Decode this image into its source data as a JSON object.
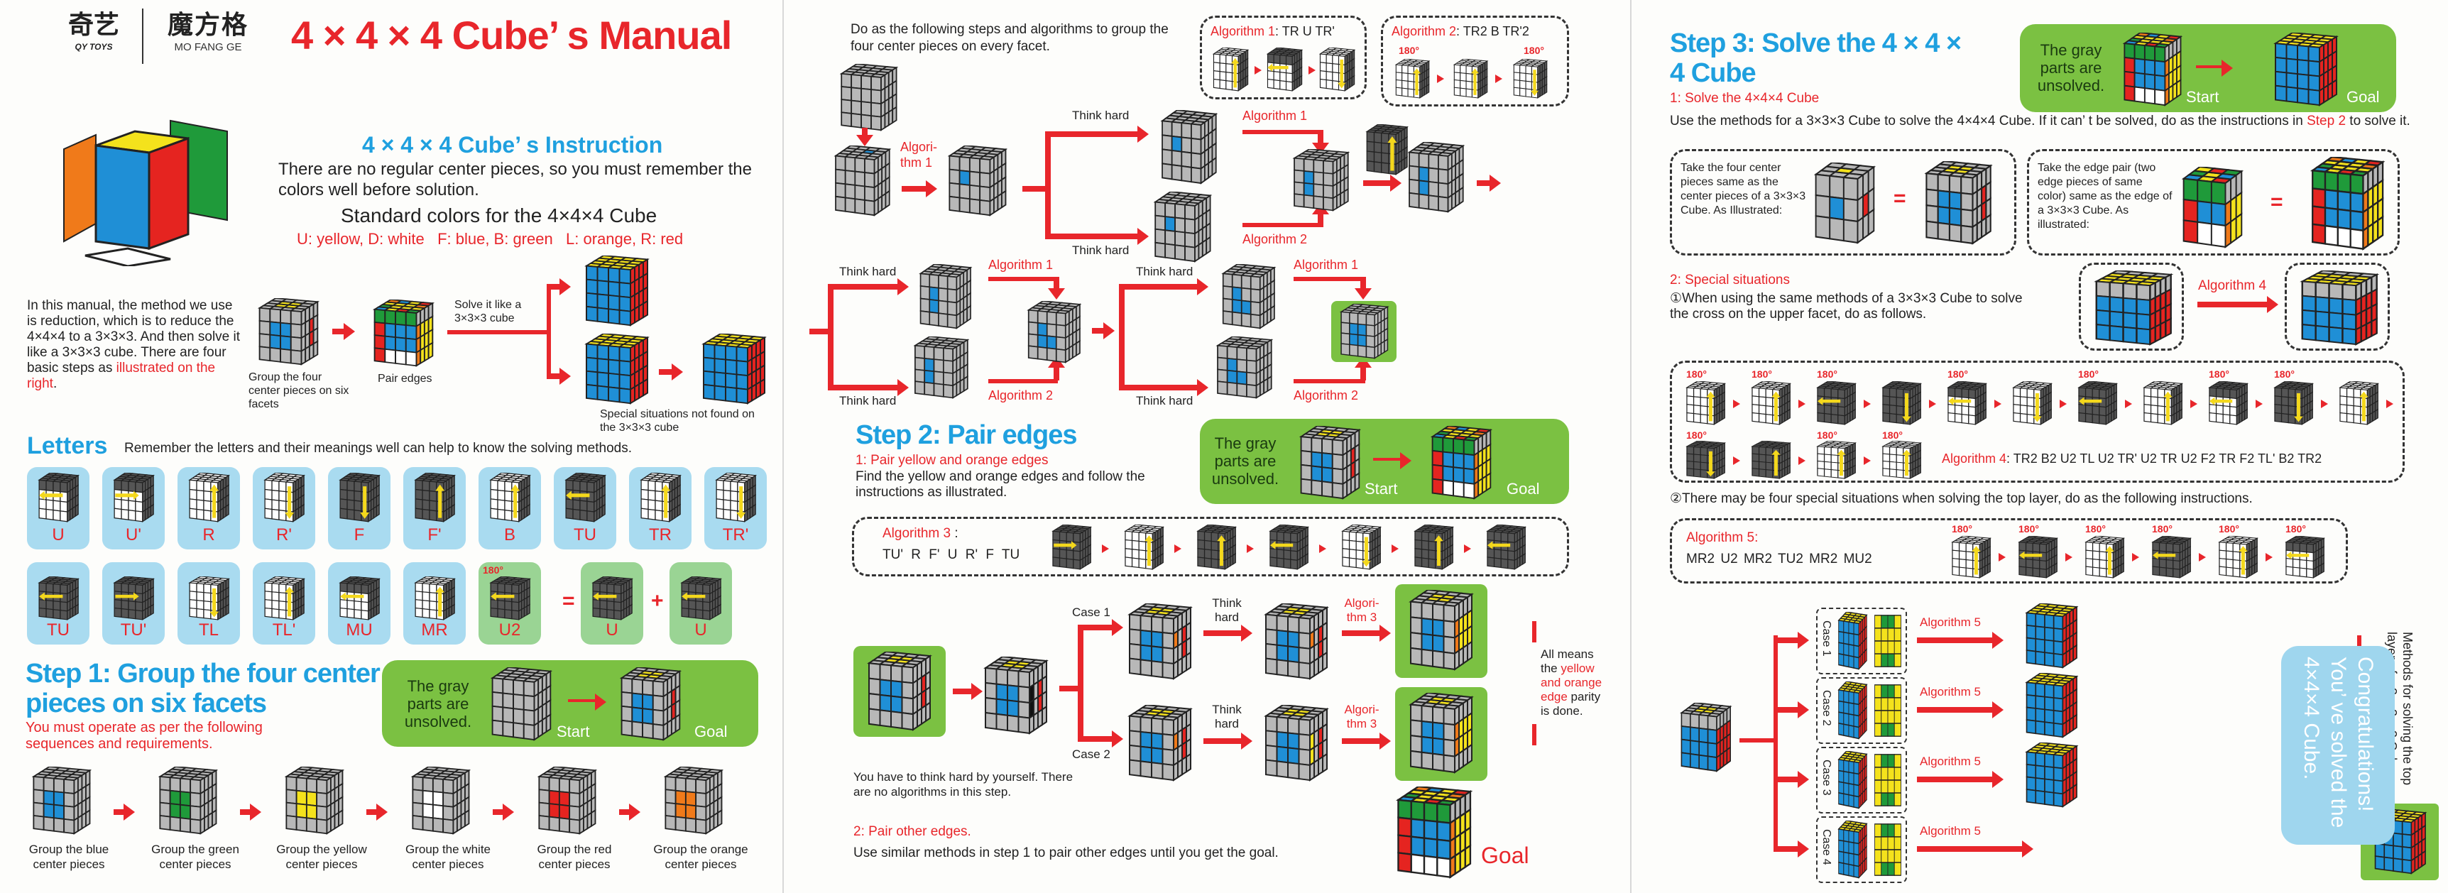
{
  "colors": {
    "red": "#e8262b",
    "blue": "#1fa0df",
    "green_box": "#7bc142",
    "letter_card": "#a9dbf0",
    "letter_card_green": "#9ad494",
    "cube_yellow": "#f4e21c",
    "cube_blue": "#1f8fd6",
    "cube_red": "#e52420",
    "cube_green": "#1f9a3a",
    "cube_orange": "#f07a1a",
    "cube_white": "#ffffff",
    "cube_gray": "#b8b8b8",
    "cube_dark": "#555555"
  },
  "brand": {
    "logo_cn": "奇艺",
    "logo_cn_sub": "QY TOYS",
    "logo2_cn": "魔方格",
    "logo2_en": "MO FANG GE"
  },
  "panel1": {
    "title": "4 × 4 × 4 Cube’ s Manual",
    "instruction_title": "4 × 4 × 4 Cube’ s Instruction",
    "instruction_text": "There are no regular center pieces, so you must remember the colors well before solution.",
    "standard_colors_title": "Standard colors for the 4×4×4 Cube",
    "standard_colors": "U: yellow, D: white   F: blue, B: green   L: orange, R: red",
    "intro_text": "In this manual, the method we use is reduction, which is to reduce the 4×4×4 to a 3×3×3. And then solve it like a 3×3×3 cube. There are four basic steps as ",
    "intro_highlight": "illustrated on the right",
    "intro_end": ".",
    "flow": {
      "group_label": "Group the four center pieces on six facets",
      "pair_label": "Pair edges",
      "solve_label": "Solve it like a 3×3×3 cube",
      "special_label": "Special situations not found on the 3×3×3 cube"
    },
    "letters_title": "Letters",
    "letters_desc": "Remember the letters and their meanings well can help to know the solving methods.",
    "letters_row1": [
      "U",
      "U'",
      "R",
      "R'",
      "F",
      "F'",
      "B",
      "TU",
      "TR",
      "TR'"
    ],
    "letters_row2": [
      "TU",
      "TU'",
      "TL",
      "TL'",
      "MU",
      "MR",
      "U2",
      "U",
      "U"
    ],
    "u2_degree": "180°",
    "equals": "=",
    "plus": "+",
    "step1_title": "Step 1: Group the four center pieces on six facets",
    "step1_sub": "You must operate as per the following sequences and requirements.",
    "gray_note": "The gray parts are unsolved.",
    "start": "Start",
    "goal": "Goal",
    "group_steps": [
      "Group the blue center pieces",
      "Group the green center pieces",
      "Group the yellow center pieces",
      "Group the white center pieces",
      "Group the red center pieces",
      "Group the orange center pieces"
    ]
  },
  "panel2": {
    "intro": "Do as the following steps and algorithms to group the four center pieces on every facet.",
    "alg1_label": "Algorithm 1",
    "alg1_moves": ": TR  U  TR'",
    "alg2_label": "Algorithm 2",
    "alg2_moves": ": TR2  B  TR'2",
    "degree": "180°",
    "algori_thm1": "Algori- thm 1",
    "think_hard": "Think hard",
    "algorithm1": "Algorithm 1",
    "algorithm2": "Algorithm 2",
    "step2_title": "Step 2: Pair edges",
    "step2_sub": "1: Pair yellow and orange edges",
    "step2_text": "Find the yellow and orange edges and follow the instructions as illustrated.",
    "gray_note": "The gray parts are unsolved.",
    "start": "Start",
    "goal": "Goal",
    "alg3_label": "Algorithm 3",
    "alg3_colon": " :",
    "alg3_moves": "TU' R F' U R' F TU",
    "case1": "Case 1",
    "case2": "Case 2",
    "think_hard_short": "Think hard",
    "algori_thm3": "Algori- thm 3",
    "parity_text": "All means the ",
    "parity_highlight": "yellow and orange edge",
    "parity_end": " parity is done.",
    "think_note": "You have to think hard by yourself. There are no algorithms in this step.",
    "pair_other_title": "2: Pair other edges.",
    "pair_other_text": "Use similar methods in step 1 to pair other edges until you get the goal.",
    "goal_big": "Goal"
  },
  "panel3": {
    "step3_title": "Step 3: Solve the 4 × 4 × 4 Cube",
    "gray_note": "The gray parts are unsolved.",
    "start": "Start",
    "goal": "Goal",
    "sub1": "1: Solve the 4×4×4 Cube",
    "sub1_text": "Use the methods for a 3×3×3 Cube to solve the 4×4×4 Cube. If it can’ t be solved, do as the instructions in ",
    "sub1_highlight": "Step 2",
    "sub1_end": " to solve it.",
    "center_box_text": "Take the four center pieces same as the center pieces of a 3×3×3 Cube. As Illustrated:",
    "edge_box_text": "Take the edge pair (two edge pieces of same color) same as the edge of a 3×3×3 Cube. As illustrated:",
    "equals": "=",
    "sub2": "2: Special situations",
    "sub2_item1": "①When using the same methods of a 3×3×3 Cube to solve the cross on the upper facet, do as follows.",
    "alg4_label": "Algorithm 4",
    "alg4_moves": ": TR2 B2 U2 TL U2 TR' U2 TR U2 F2 TR F2 TL' B2 TR2",
    "degree": "180°",
    "sub2_item2": "②There may be four special situations when solving the top layer, do as the following instructions.",
    "alg5_label": "Algorithm 5:",
    "alg5_moves": "MR2 U2 MR2 TU2 MR2 MU2",
    "cases": [
      "Case 1",
      "Case 2",
      "Case 3",
      "Case 4"
    ],
    "algorithm5": "Algorithm 5",
    "methods_note": "Methods for solving the top layer of a 3×3×3 Cube",
    "congrats": "Congratulations! You’ ve solved the 4×4×4 Cube."
  }
}
